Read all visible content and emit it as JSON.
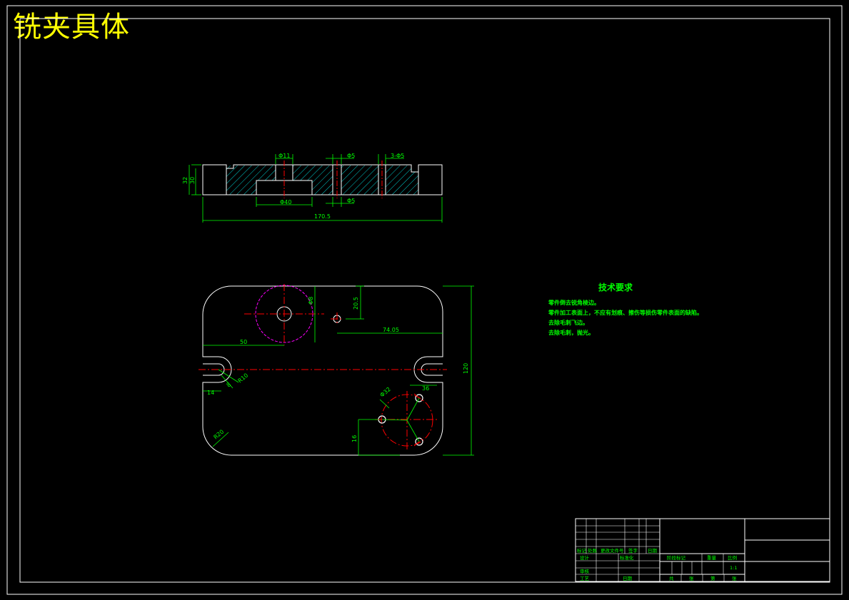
{
  "title": "铣夹具体",
  "colors": {
    "background": "#000000",
    "outline": "#ffffff",
    "dimension": "#00ff00",
    "centerline": "#ff0000",
    "hatch": "#00ffff",
    "hidden_circle": "#ff00ff",
    "title_text": "#ffff00"
  },
  "technical_requirements": {
    "heading": "技术要求",
    "lines": [
      "零件倒去锐角棱边。",
      "零件加工表面上，不应有划痕、擦伤等损伤零件表面的缺陷。",
      "去除毛刺飞边。",
      "去除毛刺，抛光。"
    ]
  },
  "section_view_dims": {
    "hole_top": "Φ11",
    "hole_mid": "Φ5",
    "holes_right": "3-Φ5",
    "bore": "Φ40",
    "hole_bottom": "Φ5",
    "length": "170.5",
    "height_outer": "32",
    "height_inner": "30"
  },
  "plan_view_dims": {
    "bore_dia": "Φ8",
    "offset_top": "20.5",
    "pin_offset": "74.05",
    "left_offset": "50",
    "slot_width": "14",
    "slot_r": "R10",
    "slot_depth": "8",
    "corner_r": "R20",
    "hole_pattern": "Φ32",
    "hole_spacing": "36",
    "bottom_offset": "16",
    "overall_height": "120"
  },
  "title_block": {
    "labels": [
      "标记",
      "处数",
      "更改文件号",
      "签字",
      "日期",
      "设计",
      "标准化",
      "审核",
      "工艺",
      "日期",
      "阶段标记",
      "重量",
      "比例",
      "共",
      "张",
      "第",
      "张"
    ],
    "scale": "1:1"
  }
}
